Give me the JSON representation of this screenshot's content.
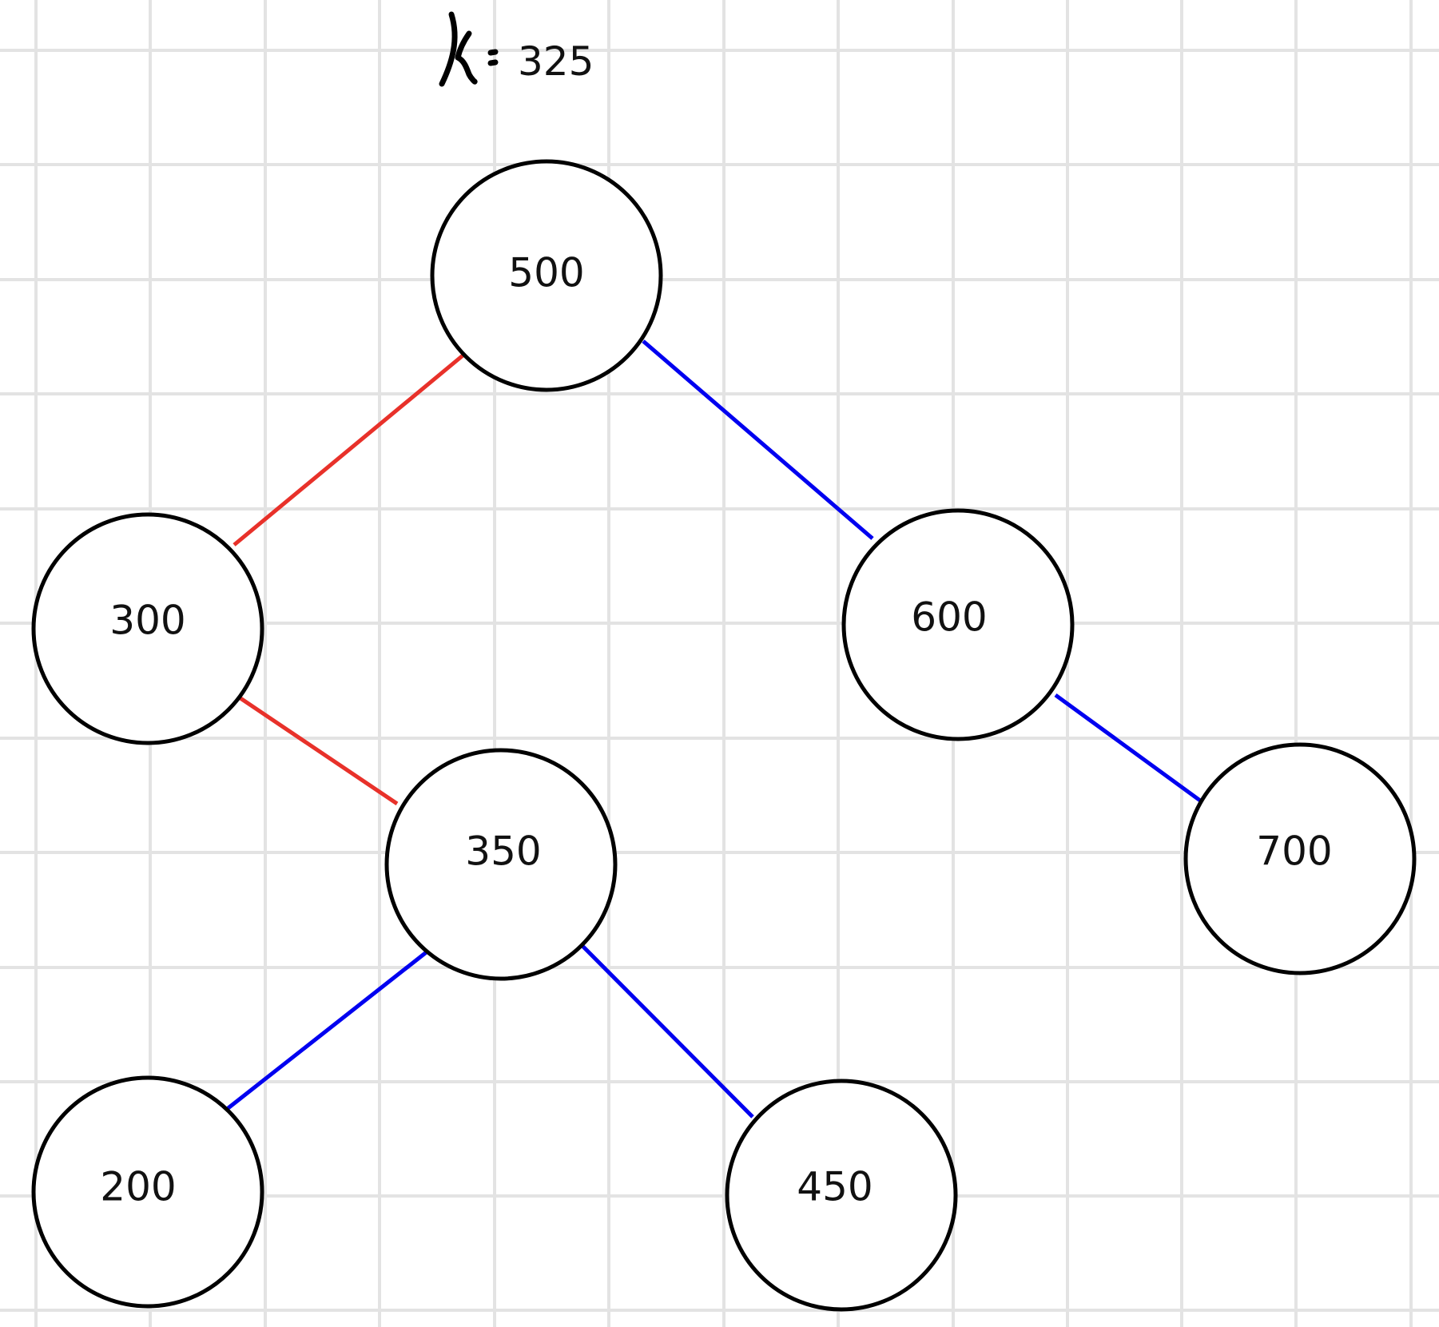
{
  "k_label": {
    "value": "325"
  },
  "colors": {
    "search_path": "#e8312a",
    "other_edge": "#0000f0",
    "node_stroke": "#000000",
    "grid": "#e3e3e3"
  },
  "nodes": [
    {
      "id": "n500",
      "label": "500"
    },
    {
      "id": "n300",
      "label": "300"
    },
    {
      "id": "n600",
      "label": "600"
    },
    {
      "id": "n350",
      "label": "350"
    },
    {
      "id": "n700",
      "label": "700"
    },
    {
      "id": "n200",
      "label": "200"
    },
    {
      "id": "n450",
      "label": "450"
    }
  ],
  "edges": [
    {
      "from": "500",
      "to": "300",
      "type": "search_path"
    },
    {
      "from": "500",
      "to": "600",
      "type": "other_edge"
    },
    {
      "from": "300",
      "to": "350",
      "type": "search_path"
    },
    {
      "from": "600",
      "to": "700",
      "type": "other_edge"
    },
    {
      "from": "350",
      "to": "200",
      "type": "other_edge"
    },
    {
      "from": "350",
      "to": "450",
      "type": "other_edge"
    }
  ]
}
